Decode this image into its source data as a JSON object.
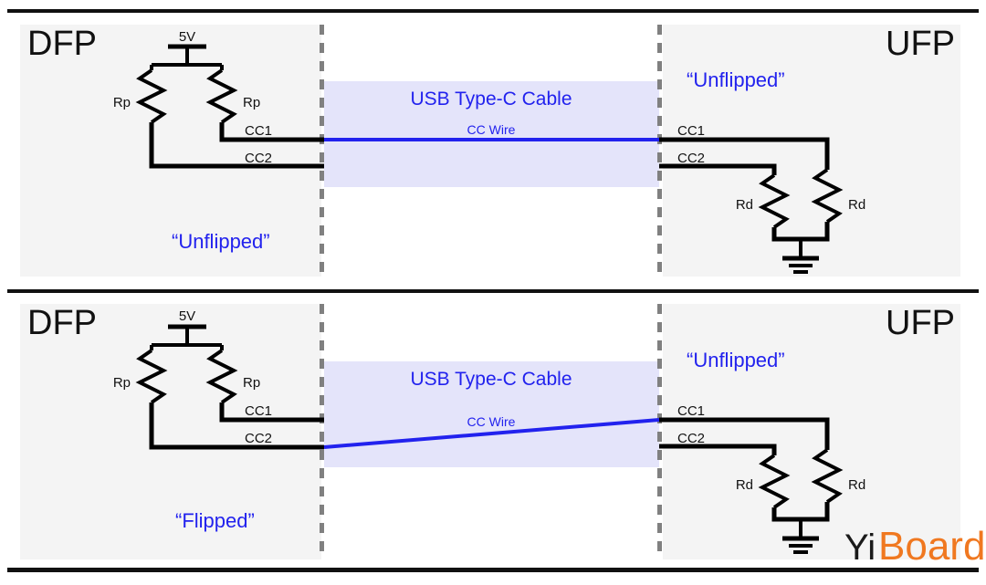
{
  "figure": {
    "title": "USB Type-C CC pin orientation detection (unflipped vs flipped cable)",
    "colors": {
      "panel_bg": "#f4f4f4",
      "cable_bg": "#e4e4fa",
      "wire_black": "#000000",
      "wire_blue": "#2222ee",
      "label_blue": "#2222ee",
      "divider_dash": "#808080",
      "border_black": "#111111",
      "watermark_dark": "#1a1a1a",
      "watermark_orange": "#f07820"
    }
  },
  "panels": [
    {
      "id": "top",
      "dfp": {
        "role_label": "DFP",
        "supply_label": "5V",
        "resistor_left_label": "Rp",
        "resistor_right_label": "Rp",
        "cc1_label": "CC1",
        "cc2_label": "CC2",
        "orientation_label": "“Unflipped”"
      },
      "cable": {
        "title": "USB Type-C Cable",
        "wire_label": "CC Wire",
        "routing": "straight",
        "from_pin": "CC1",
        "to_pin": "CC1"
      },
      "ufp": {
        "role_label": "UFP",
        "orientation_label": "“Unflipped”",
        "cc1_label": "CC1",
        "cc2_label": "CC2",
        "resistor_left_label": "Rd",
        "resistor_right_label": "Rd",
        "ground": "earth-ground"
      }
    },
    {
      "id": "bottom",
      "dfp": {
        "role_label": "DFP",
        "supply_label": "5V",
        "resistor_left_label": "Rp",
        "resistor_right_label": "Rp",
        "cc1_label": "CC1",
        "cc2_label": "CC2",
        "orientation_label": "“Flipped”"
      },
      "cable": {
        "title": "USB Type-C Cable",
        "wire_label": "CC Wire",
        "routing": "crossed",
        "from_pin": "CC2",
        "to_pin": "CC1"
      },
      "ufp": {
        "role_label": "UFP",
        "orientation_label": "“Unflipped”",
        "cc1_label": "CC1",
        "cc2_label": "CC2",
        "resistor_left_label": "Rd",
        "resistor_right_label": "Rd",
        "ground": "earth-ground"
      }
    }
  ],
  "watermark": {
    "part_one": "Yi",
    "part_two": "Board"
  }
}
